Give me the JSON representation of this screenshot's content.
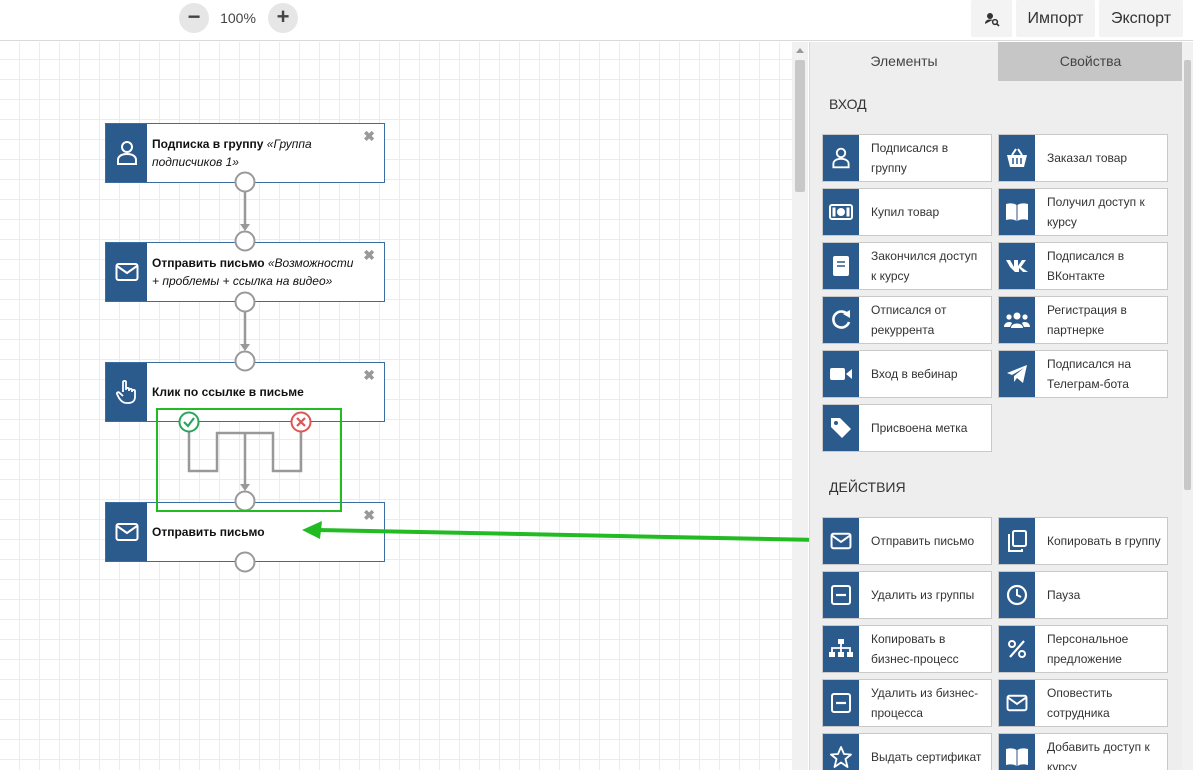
{
  "toolbar": {
    "zoom_out_label": "−",
    "zoom_in_label": "+",
    "zoom_level": "100%",
    "user_search_icon": "user-search-icon",
    "import_label": "Импорт",
    "export_label": "Экспорт"
  },
  "canvas": {
    "nodes": [
      {
        "title": "Подписка в группу",
        "detail": "«Группа подписчиков 1»",
        "icon": "user-icon",
        "close": "✖"
      },
      {
        "title": "Отправить письмо",
        "detail": "«Возможности + проблемы + ссылка на видео»",
        "icon": "envelope-icon",
        "close": "✖"
      },
      {
        "title": "Клик по ссылке в письме",
        "detail": "",
        "icon": "hand-pointer-icon",
        "close": "✖"
      },
      {
        "title": "Отправить письмо",
        "detail": "",
        "icon": "envelope-icon",
        "close": "✖"
      }
    ],
    "colors": {
      "yes_branch": "#2aa55c",
      "no_branch": "#e05454",
      "highlight": "#22bb22",
      "node_icon_bg": "#2b5a8c"
    }
  },
  "panel": {
    "tabs": [
      "Элементы",
      "Свойства"
    ],
    "active_tab": "Свойства",
    "sections": [
      {
        "title": "ВХОД",
        "items": [
          {
            "label": "Подписался в группу",
            "icon": "user-icon"
          },
          {
            "label": "Заказал товар",
            "icon": "basket-icon"
          },
          {
            "label": "Купил товар",
            "icon": "money-icon"
          },
          {
            "label": "Получил доступ к курсу",
            "icon": "book-icon"
          },
          {
            "label": "Закончился доступ к курсу",
            "icon": "book-closed-icon"
          },
          {
            "label": "Подписался в ВКонтакте",
            "icon": "vk-icon"
          },
          {
            "label": "Отписался от рекуррента",
            "icon": "refresh-icon"
          },
          {
            "label": "Регистрация в партнерке",
            "icon": "users-icon"
          },
          {
            "label": "Вход в вебинар",
            "icon": "video-icon"
          },
          {
            "label": "Подписался на Телеграм-бота",
            "icon": "telegram-icon"
          },
          {
            "label": "Присвоена метка",
            "icon": "tag-icon"
          }
        ]
      },
      {
        "title": "ДЕЙСТВИЯ",
        "items": [
          {
            "label": "Отправить письмо",
            "icon": "envelope-icon"
          },
          {
            "label": "Копировать в группу",
            "icon": "copy-icon"
          },
          {
            "label": "Удалить из группы",
            "icon": "minus-box-icon"
          },
          {
            "label": "Пауза",
            "icon": "clock-icon"
          },
          {
            "label": "Копировать в бизнес-процесс",
            "icon": "sitemap-icon"
          },
          {
            "label": "Персональное предложение",
            "icon": "percent-icon"
          },
          {
            "label": "Удалить из бизнес-процесса",
            "icon": "minus-box-icon"
          },
          {
            "label": "Оповестить сотрудника",
            "icon": "envelope-icon"
          },
          {
            "label": "Выдать сертификат",
            "icon": "star-icon"
          },
          {
            "label": "Добавить доступ к курсу",
            "icon": "book-icon"
          }
        ]
      }
    ]
  }
}
